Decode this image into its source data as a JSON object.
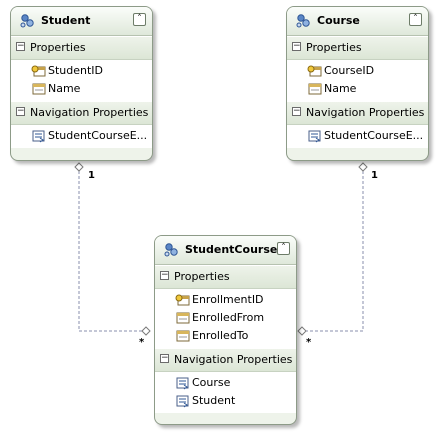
{
  "entities": {
    "student": {
      "title": "Student",
      "properties_label": "Properties",
      "properties": [
        "StudentID",
        "Name"
      ],
      "navigation_label": "Navigation Properties",
      "navigation": [
        "StudentCourseE..."
      ]
    },
    "course": {
      "title": "Course",
      "properties_label": "Properties",
      "properties": [
        "CourseID",
        "Name"
      ],
      "navigation_label": "Navigation Properties",
      "navigation": [
        "StudentCourseE..."
      ]
    },
    "enrollment": {
      "title": "StudentCourse...",
      "properties_label": "Properties",
      "properties": [
        "EnrollmentID",
        "EnrolledFrom",
        "EnrolledTo"
      ],
      "navigation_label": "Navigation Properties",
      "navigation": [
        "Course",
        "Student"
      ]
    }
  },
  "associations": [
    {
      "from": "Student",
      "to": "StudentCourse...",
      "from_multiplicity": "1",
      "to_multiplicity": "*"
    },
    {
      "from": "Course",
      "to": "StudentCourse...",
      "from_multiplicity": "1",
      "to_multiplicity": "*"
    }
  ],
  "icons": {
    "entity": "entity-icon",
    "key_property": "key-property-icon",
    "property": "property-icon",
    "navigation_property": "navigation-property-icon"
  },
  "colors": {
    "entity_fill": "#eef3ea",
    "entity_border": "#8d9b88",
    "connector": "#8a8fae"
  }
}
